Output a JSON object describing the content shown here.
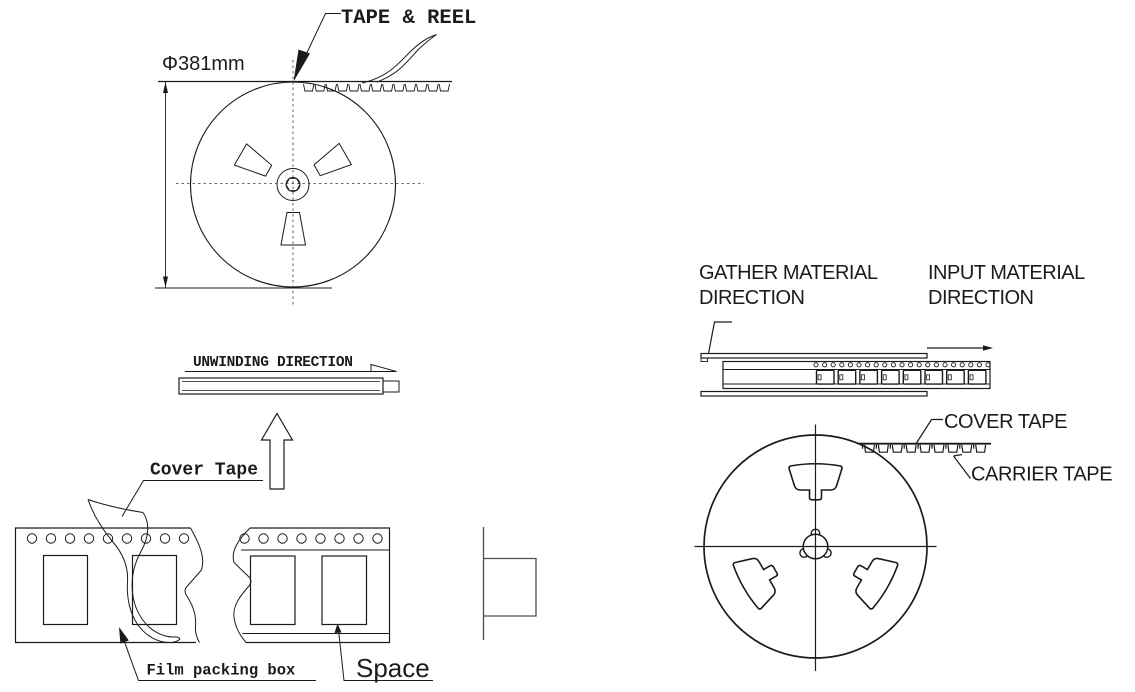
{
  "title": "Tape and reel packing diagram",
  "colors": {
    "ink": "#1b1b1b",
    "background": "#ffffff"
  },
  "reel_front": {
    "diameter": "Φ381mm",
    "callout": "TAPE & REEL"
  },
  "unwinding": {
    "direction": "UNWINDING DIRECTION",
    "cover_tape": "Cover Tape"
  },
  "carrier": {
    "film_packing_box": "Film packing box",
    "space": "Space"
  },
  "feeder": {
    "gather": {
      "line1": "GATHER MATERIAL",
      "line2": "DIRECTION"
    },
    "input": {
      "line1": "INPUT MATERIAL",
      "line2": "DIRECTION"
    },
    "cover_tape": "COVER TAPE",
    "carrier_tape": "CARRIER TAPE"
  }
}
